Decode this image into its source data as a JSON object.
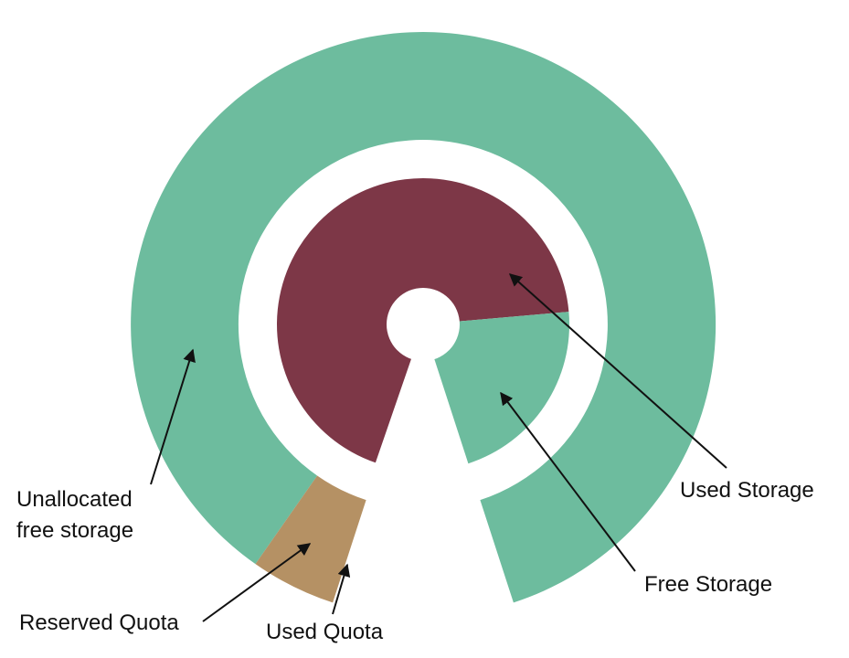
{
  "labels": {
    "used_storage": "Used Storage",
    "free_storage": "Free Storage",
    "unallocated_line1": "Unallocated",
    "unallocated_line2": "free storage",
    "reserved_quota": "Reserved Quota",
    "used_quota": "Used Quota"
  },
  "colors": {
    "free": "#6dbc9e",
    "used_storage": "#7d3747",
    "reserved": "#b59164",
    "arrow": "#111111"
  }
}
